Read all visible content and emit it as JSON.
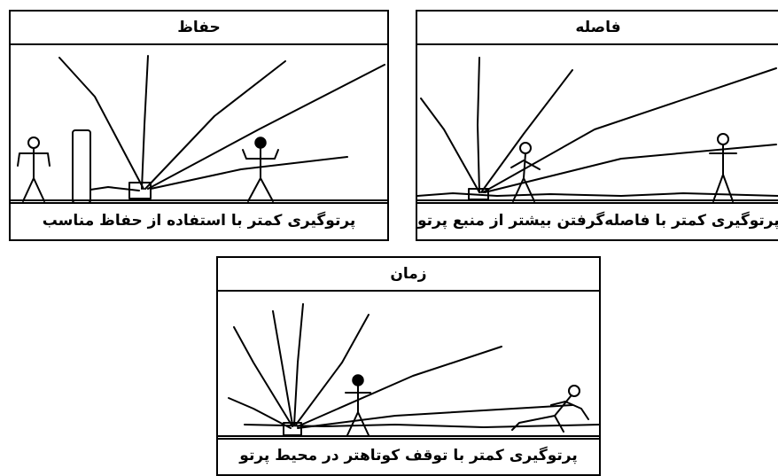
{
  "panels": [
    {
      "title": "حفاظ",
      "caption": "پرتوگیری کمتر با استفاده از حفاظ مناسب"
    },
    {
      "title": "فاصله",
      "caption": "پرتوگیری کمتر با فاصله‌گرفتن بیشتر از منبع پرتو"
    },
    {
      "title": "زمان",
      "caption": "پرتوگیری کمتر با توقف کوتاهتر در محیط پرتو"
    }
  ]
}
